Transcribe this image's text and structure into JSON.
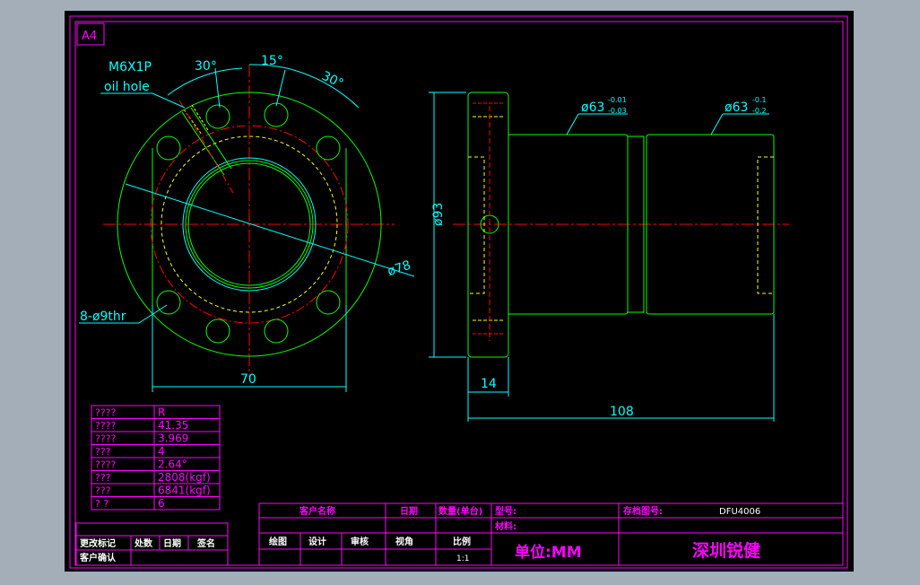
{
  "sheet": {
    "size_label": "A4"
  },
  "front_view": {
    "thread_label": "M6X1P",
    "oil_hole_label": "oil hole",
    "angle_left": "30°",
    "angle_mid": "15°",
    "angle_right": "30°",
    "pcd_label": "ø78",
    "holes_label": "8-ø9thr",
    "width_dim": "70"
  },
  "side_view": {
    "dia_left": "ø63",
    "dia_left_upper": "-0.01",
    "dia_left_lower": "-0.03",
    "dia_right": "ø63",
    "dia_right_upper": "-0.1",
    "dia_right_lower": "-0.2",
    "flange_dia": "ø93",
    "flange_thickness": "14",
    "total_length": "108"
  },
  "spec_table": {
    "rows": [
      {
        "label": "????",
        "value": "R"
      },
      {
        "label": "????",
        "value": "41.35"
      },
      {
        "label": "????",
        "value": "3.969"
      },
      {
        "label": "???",
        "value": "4"
      },
      {
        "label": "????",
        "value": "2.64°"
      },
      {
        "label": "???",
        "value": "2808(kgf)"
      },
      {
        "label": "???",
        "value": "6841(kgf)"
      },
      {
        "label": "?   ?",
        "value": "6"
      }
    ]
  },
  "revision_block": {
    "col1": "更改标记",
    "col2": "处数",
    "col3": "日期",
    "col4": "签名",
    "confirm": "客户确认"
  },
  "title_block": {
    "customer_name": "客户名称",
    "date": "日期",
    "quantity": "数量(单台)",
    "model_label": "型号:",
    "material_label": "材料:",
    "drawing_no_label": "存档图号:",
    "drawing_no": "DFU4006",
    "drawn": "绘图",
    "design": "设计",
    "review": "审核",
    "view_angle": "视角",
    "scale_label": "比例",
    "scale_value": "1:1",
    "unit": "单位:MM",
    "company": "深圳锐健"
  },
  "colors": {
    "background": "#000000",
    "outer": "#a3aeb9",
    "border": "#ff00ff",
    "geometry": "#00ff00",
    "dimension": "#00ffff",
    "center": "#ff0000",
    "hidden": "#ffff00",
    "table_text": "#ffffff"
  }
}
